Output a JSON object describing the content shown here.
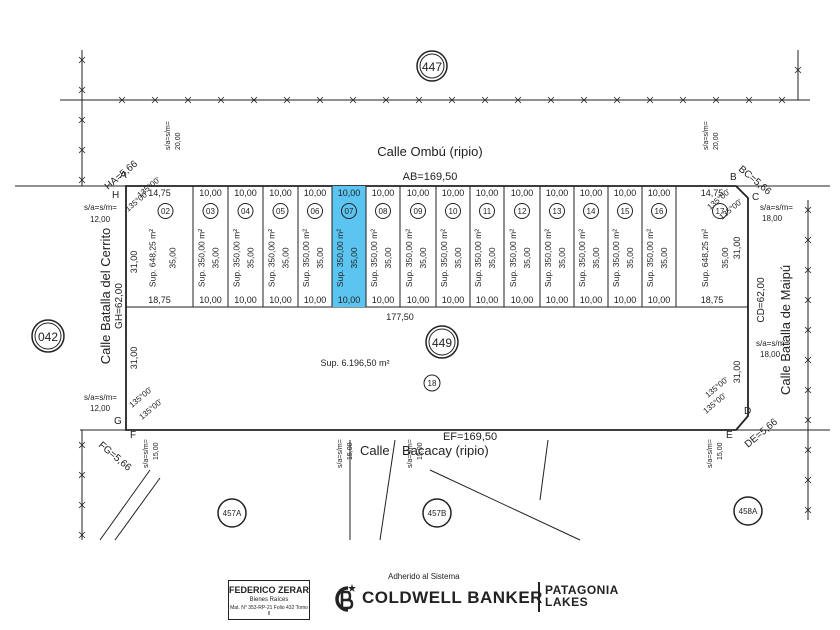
{
  "blocks": {
    "top": "447",
    "right": "449",
    "left": "042",
    "bottom_left": "457A",
    "bottom_mid": "457B",
    "bottom_right": "458A"
  },
  "streets": {
    "top": "Calle Ombú (ripio)",
    "bottom_a": "Calle",
    "bottom_b": "Bacacay (ripio)",
    "left": "Calle Batalla del Cerrito",
    "right": "Calle Batalla de Maipú"
  },
  "sides": {
    "ab": "AB=169,50",
    "ef": "EF=169,50",
    "bc": "BC=5,66",
    "ha": "HA=5,66",
    "cd": "CD=62,00",
    "gh": "GH=62,00",
    "fg": "FG=5,66",
    "de": "DE=5,66",
    "mid": "177,50"
  },
  "vertices": {
    "a": "A",
    "b": "B",
    "c": "C",
    "d": "D",
    "e": "E",
    "f": "F",
    "g": "G",
    "h": "H"
  },
  "setbacks": {
    "top_left": [
      "s/a=s/m=",
      "20,00"
    ],
    "top_right": [
      "s/a=s/m=",
      "20,00"
    ],
    "left_upper": [
      "s/a=s/m=",
      "12,00"
    ],
    "left_lower": [
      "s/a=s/m=",
      "12,00"
    ],
    "right_upper": [
      "s/a=s/m=",
      "18,00"
    ],
    "right_lower": [
      "s/a=s/m=",
      "18,00"
    ],
    "bottom_left": [
      "s/a=s/m=",
      "15,00"
    ],
    "bottom_mid": [
      "s/a=s/m=",
      "15,00"
    ],
    "bottom_mid2": [
      "s/a=s/m=",
      "15,00"
    ],
    "bottom_right": [
      "s/a=s/m=",
      "15,00"
    ]
  },
  "angle": "135°00'",
  "lots": [
    {
      "num": "02",
      "sup": "Sup. 648,25 m²",
      "depth": "35,00",
      "front": "14,75",
      "back": "18,75"
    },
    {
      "num": "03",
      "sup": "Sup. 350,00 m²",
      "depth": "35,00",
      "front": "10,00",
      "back": "10,00"
    },
    {
      "num": "04",
      "sup": "Sup. 350,00 m²",
      "depth": "35,00",
      "front": "10,00",
      "back": "10,00"
    },
    {
      "num": "05",
      "sup": "Sup. 350,00 m²",
      "depth": "35,00",
      "front": "10,00",
      "back": "10,00"
    },
    {
      "num": "06",
      "sup": "Sup. 350,00 m²",
      "depth": "35,00",
      "front": "10,00",
      "back": "10,00"
    },
    {
      "num": "07",
      "sup": "Sup. 350,00 m²",
      "depth": "35,00",
      "front": "10,00",
      "back": "10,00",
      "highlight": true
    },
    {
      "num": "08",
      "sup": "Sup. 350,00 m²",
      "depth": "35,00",
      "front": "10,00",
      "back": "10,00"
    },
    {
      "num": "09",
      "sup": "Sup. 350,00 m²",
      "depth": "35,00",
      "front": "10,00",
      "back": "10,00"
    },
    {
      "num": "10",
      "sup": "Sup. 350,00 m²",
      "depth": "35,00",
      "front": "10,00",
      "back": "10,00"
    },
    {
      "num": "11",
      "sup": "Sup. 350,00 m²",
      "depth": "35,00",
      "front": "10,00",
      "back": "10,00"
    },
    {
      "num": "12",
      "sup": "Sup. 350,00 m²",
      "depth": "35,00",
      "front": "10,00",
      "back": "10,00"
    },
    {
      "num": "13",
      "sup": "Sup. 350,00 m²",
      "depth": "35,00",
      "front": "10,00",
      "back": "10,00"
    },
    {
      "num": "14",
      "sup": "Sup. 350,00 m²",
      "depth": "35,00",
      "front": "10,00",
      "back": "10,00"
    },
    {
      "num": "15",
      "sup": "Sup. 350,00 m²",
      "depth": "35,00",
      "front": "10,00",
      "back": "10,00"
    },
    {
      "num": "16",
      "sup": "Sup. 350,00 m²",
      "depth": "35,00",
      "front": "10,00",
      "back": "10,00"
    },
    {
      "num": "17",
      "sup": "Sup. 648,25 m²",
      "depth": "35,00",
      "front": "14,75",
      "back": "18,75"
    }
  ],
  "side_depths": {
    "upper": "31,00",
    "lower": "31,00"
  },
  "big_lot": {
    "num": "18",
    "sup": "Sup. 6.196,50 m²"
  },
  "colors": {
    "highlight": "#5bc4f0",
    "line": "#222222"
  },
  "footer": {
    "agent_name": "FEDERICO ZERAR",
    "agent_sub": "Bienes Raíces",
    "agent_reg": "Mat. N° 353-RP-21 Folio 432 Tomo II",
    "adherido": "Adherido al Sistema",
    "brand": "COLDWELL BANKER",
    "partner_1": "PATAGONIA",
    "partner_2": "LAKES"
  }
}
